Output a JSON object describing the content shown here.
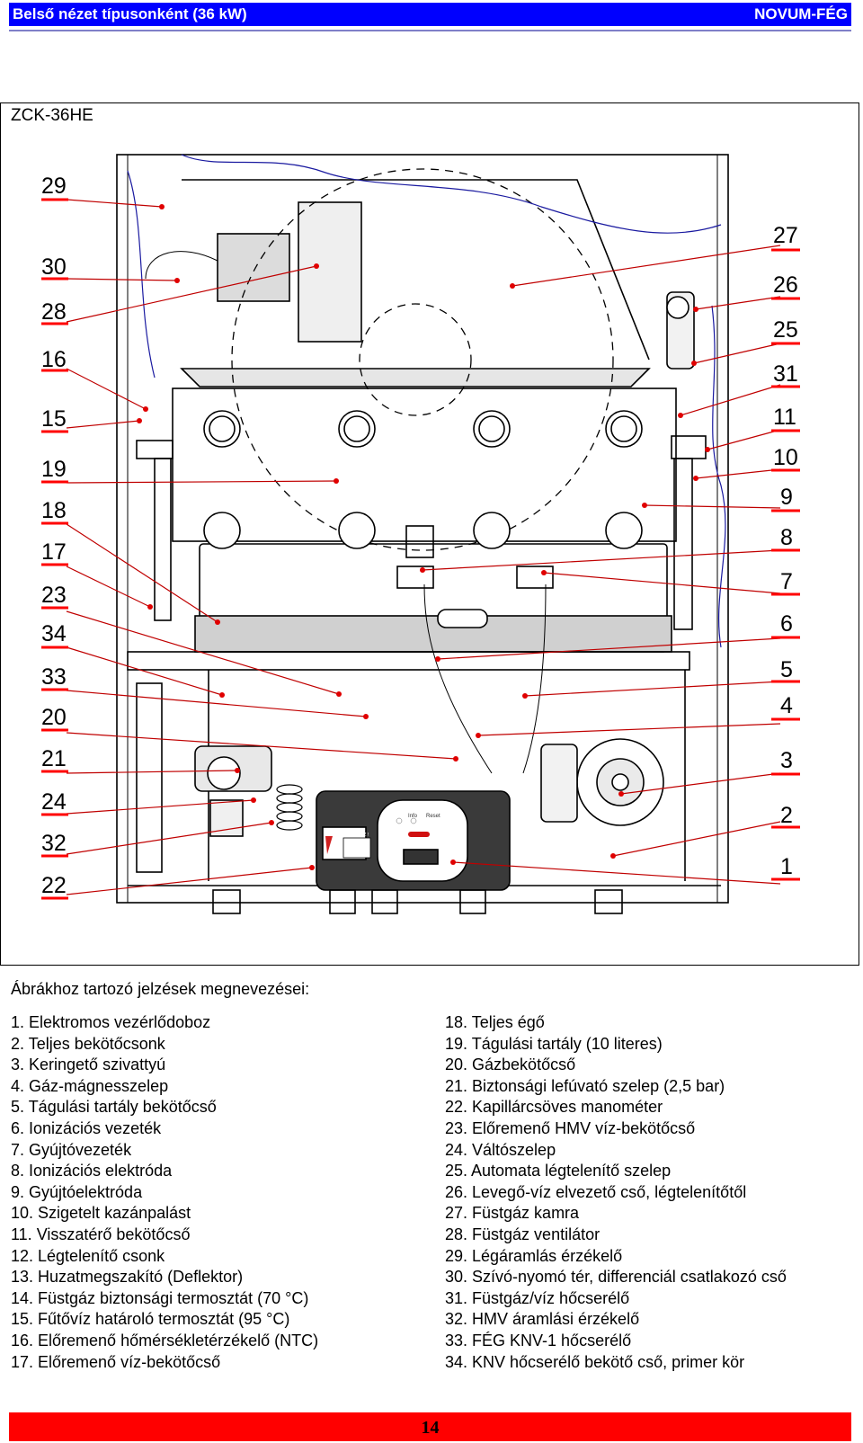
{
  "header": {
    "title": "Belső nézet típusonként (36 kW)",
    "brand": "NOVUM-FÉG"
  },
  "figure": {
    "model": "ZCK-36HE",
    "panel_warning_title": "VIGYÁZZ !",
    "panel_led_labels": [
      "Info",
      "Reset"
    ],
    "left_callouts": [
      "29",
      "30",
      "28",
      "16",
      "15",
      "19",
      "18",
      "17",
      "23",
      "34",
      "33",
      "20",
      "21",
      "24",
      "32",
      "22"
    ],
    "right_callouts": [
      "27",
      "26",
      "25",
      "31",
      "11",
      "10",
      "9",
      "8",
      "7",
      "6",
      "5",
      "4",
      "3",
      "2",
      "1"
    ],
    "colors": {
      "header": "#0000ff",
      "footer": "#ff0000",
      "callout_underline": "#ff0000",
      "leader_line": "#c00000",
      "cable": "#1a1aa0"
    }
  },
  "legend": {
    "title": "Ábrákhoz tartozó jelzések megnevezései:",
    "left": [
      "1.  Elektromos vezérlődoboz",
      "2.  Teljes bekötőcsonk",
      "3.  Keringető szivattyú",
      "4.  Gáz-mágnesszelep",
      "5.  Tágulási tartály bekötőcső",
      "6.  Ionizációs vezeték",
      "7.  Gyújtóvezeték",
      "8.  Ionizációs elektróda",
      "9.  Gyújtóelektróda",
      "10. Szigetelt kazánpalást",
      "11. Visszatérő bekötőcső",
      "12. Légtelenítő csonk",
      "13. Huzatmegszakító (Deflektor)",
      "14. Füstgáz biztonsági termosztát (70  °C)",
      "15. Fűtővíz határoló termosztát (95  °C)",
      "16. Előremenő hőmérsékletérzékelő (NTC)",
      "17. Előremenő víz-bekötőcső"
    ],
    "right": [
      "18. Teljes égő",
      "19. Tágulási tartály (10 literes)",
      "20. Gázbekötőcső",
      "21. Biztonsági lefúvató szelep (2,5 bar)",
      "22. Kapillárcsöves manométer",
      "23. Előremenő HMV víz-bekötőcső",
      "24. Váltószelep",
      "25. Automata légtelenítő szelep",
      "26. Levegő-víz elvezető cső, légtelenítőtől",
      "27. Füstgáz kamra",
      "28. Füstgáz ventilátor",
      "29. Légáramlás érzékelő",
      "30. Szívó-nyomó tér, differenciál csatlakozó cső",
      "31. Füstgáz/víz hőcserélő",
      "32. HMV áramlási érzékelő",
      "33. FÉG KNV-1 hőcserélő",
      "34. KNV hőcserélő bekötő cső, primer kör"
    ]
  },
  "footer": {
    "page_number": "14"
  }
}
